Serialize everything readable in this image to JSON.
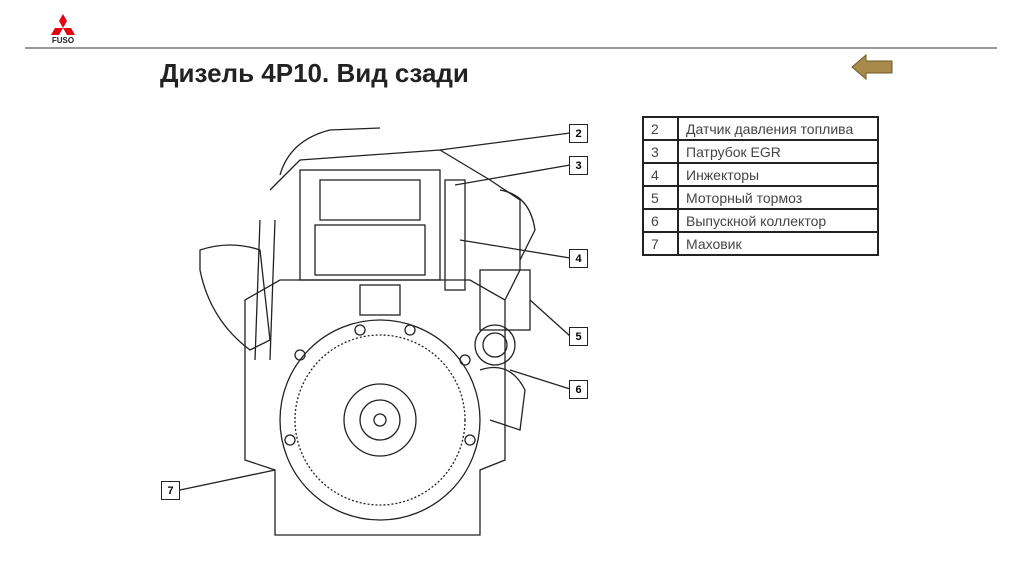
{
  "header": {
    "logo_text": "FUSO",
    "title": "Дизель 4P10. Вид сзади"
  },
  "nav": {
    "back_icon": "arrow-left-icon"
  },
  "legend": [
    {
      "num": "2",
      "label": "Датчик давления топлива"
    },
    {
      "num": "3",
      "label": "Патрубок EGR"
    },
    {
      "num": "4",
      "label": "Инжекторы"
    },
    {
      "num": "5",
      "label": "Моторный тормоз"
    },
    {
      "num": "6",
      "label": "Выпускной коллектор"
    },
    {
      "num": "7",
      "label": "Маховик"
    }
  ],
  "callouts": [
    "2",
    "3",
    "4",
    "5",
    "6",
    "7"
  ],
  "colors": {
    "logo_red": "#e60012",
    "arrow": "#a88a4a"
  }
}
